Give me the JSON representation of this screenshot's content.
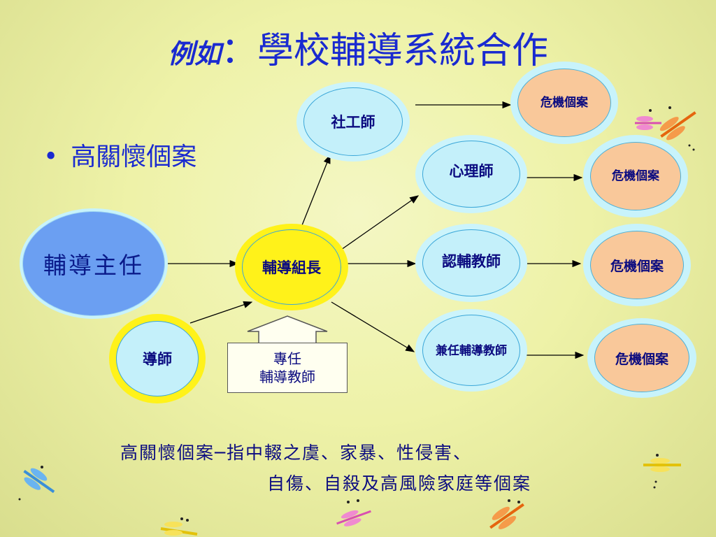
{
  "title": {
    "prefix": "例如",
    "colon": "：",
    "main": "學校輔導系統合作"
  },
  "bullet": {
    "dot": "•",
    "text": "高關懷個案"
  },
  "nodes": {
    "director": "輔導主任",
    "leader": "輔導組長",
    "homeroom": "導師",
    "social_worker": "社工師",
    "psychologist": "心理師",
    "certified_counselor": "認輔教師",
    "parttime_counselor": "兼任輔導教師",
    "crisis_case": "危機個案"
  },
  "fulltime_box": {
    "line1": "專任",
    "line2": "輔導教師"
  },
  "footer": {
    "line1": "高關懷個案─指中輟之虞、家暴、性侵害、",
    "line2": "自傷、自殺及高風險家庭等個案"
  },
  "colors": {
    "title": "#1a2ad0",
    "director": "#6b9ff2",
    "leader": "#fff21a",
    "crisis": "#f9c89a",
    "node": "#c8f3fb"
  },
  "icons": [
    "dragonfly-icon"
  ]
}
